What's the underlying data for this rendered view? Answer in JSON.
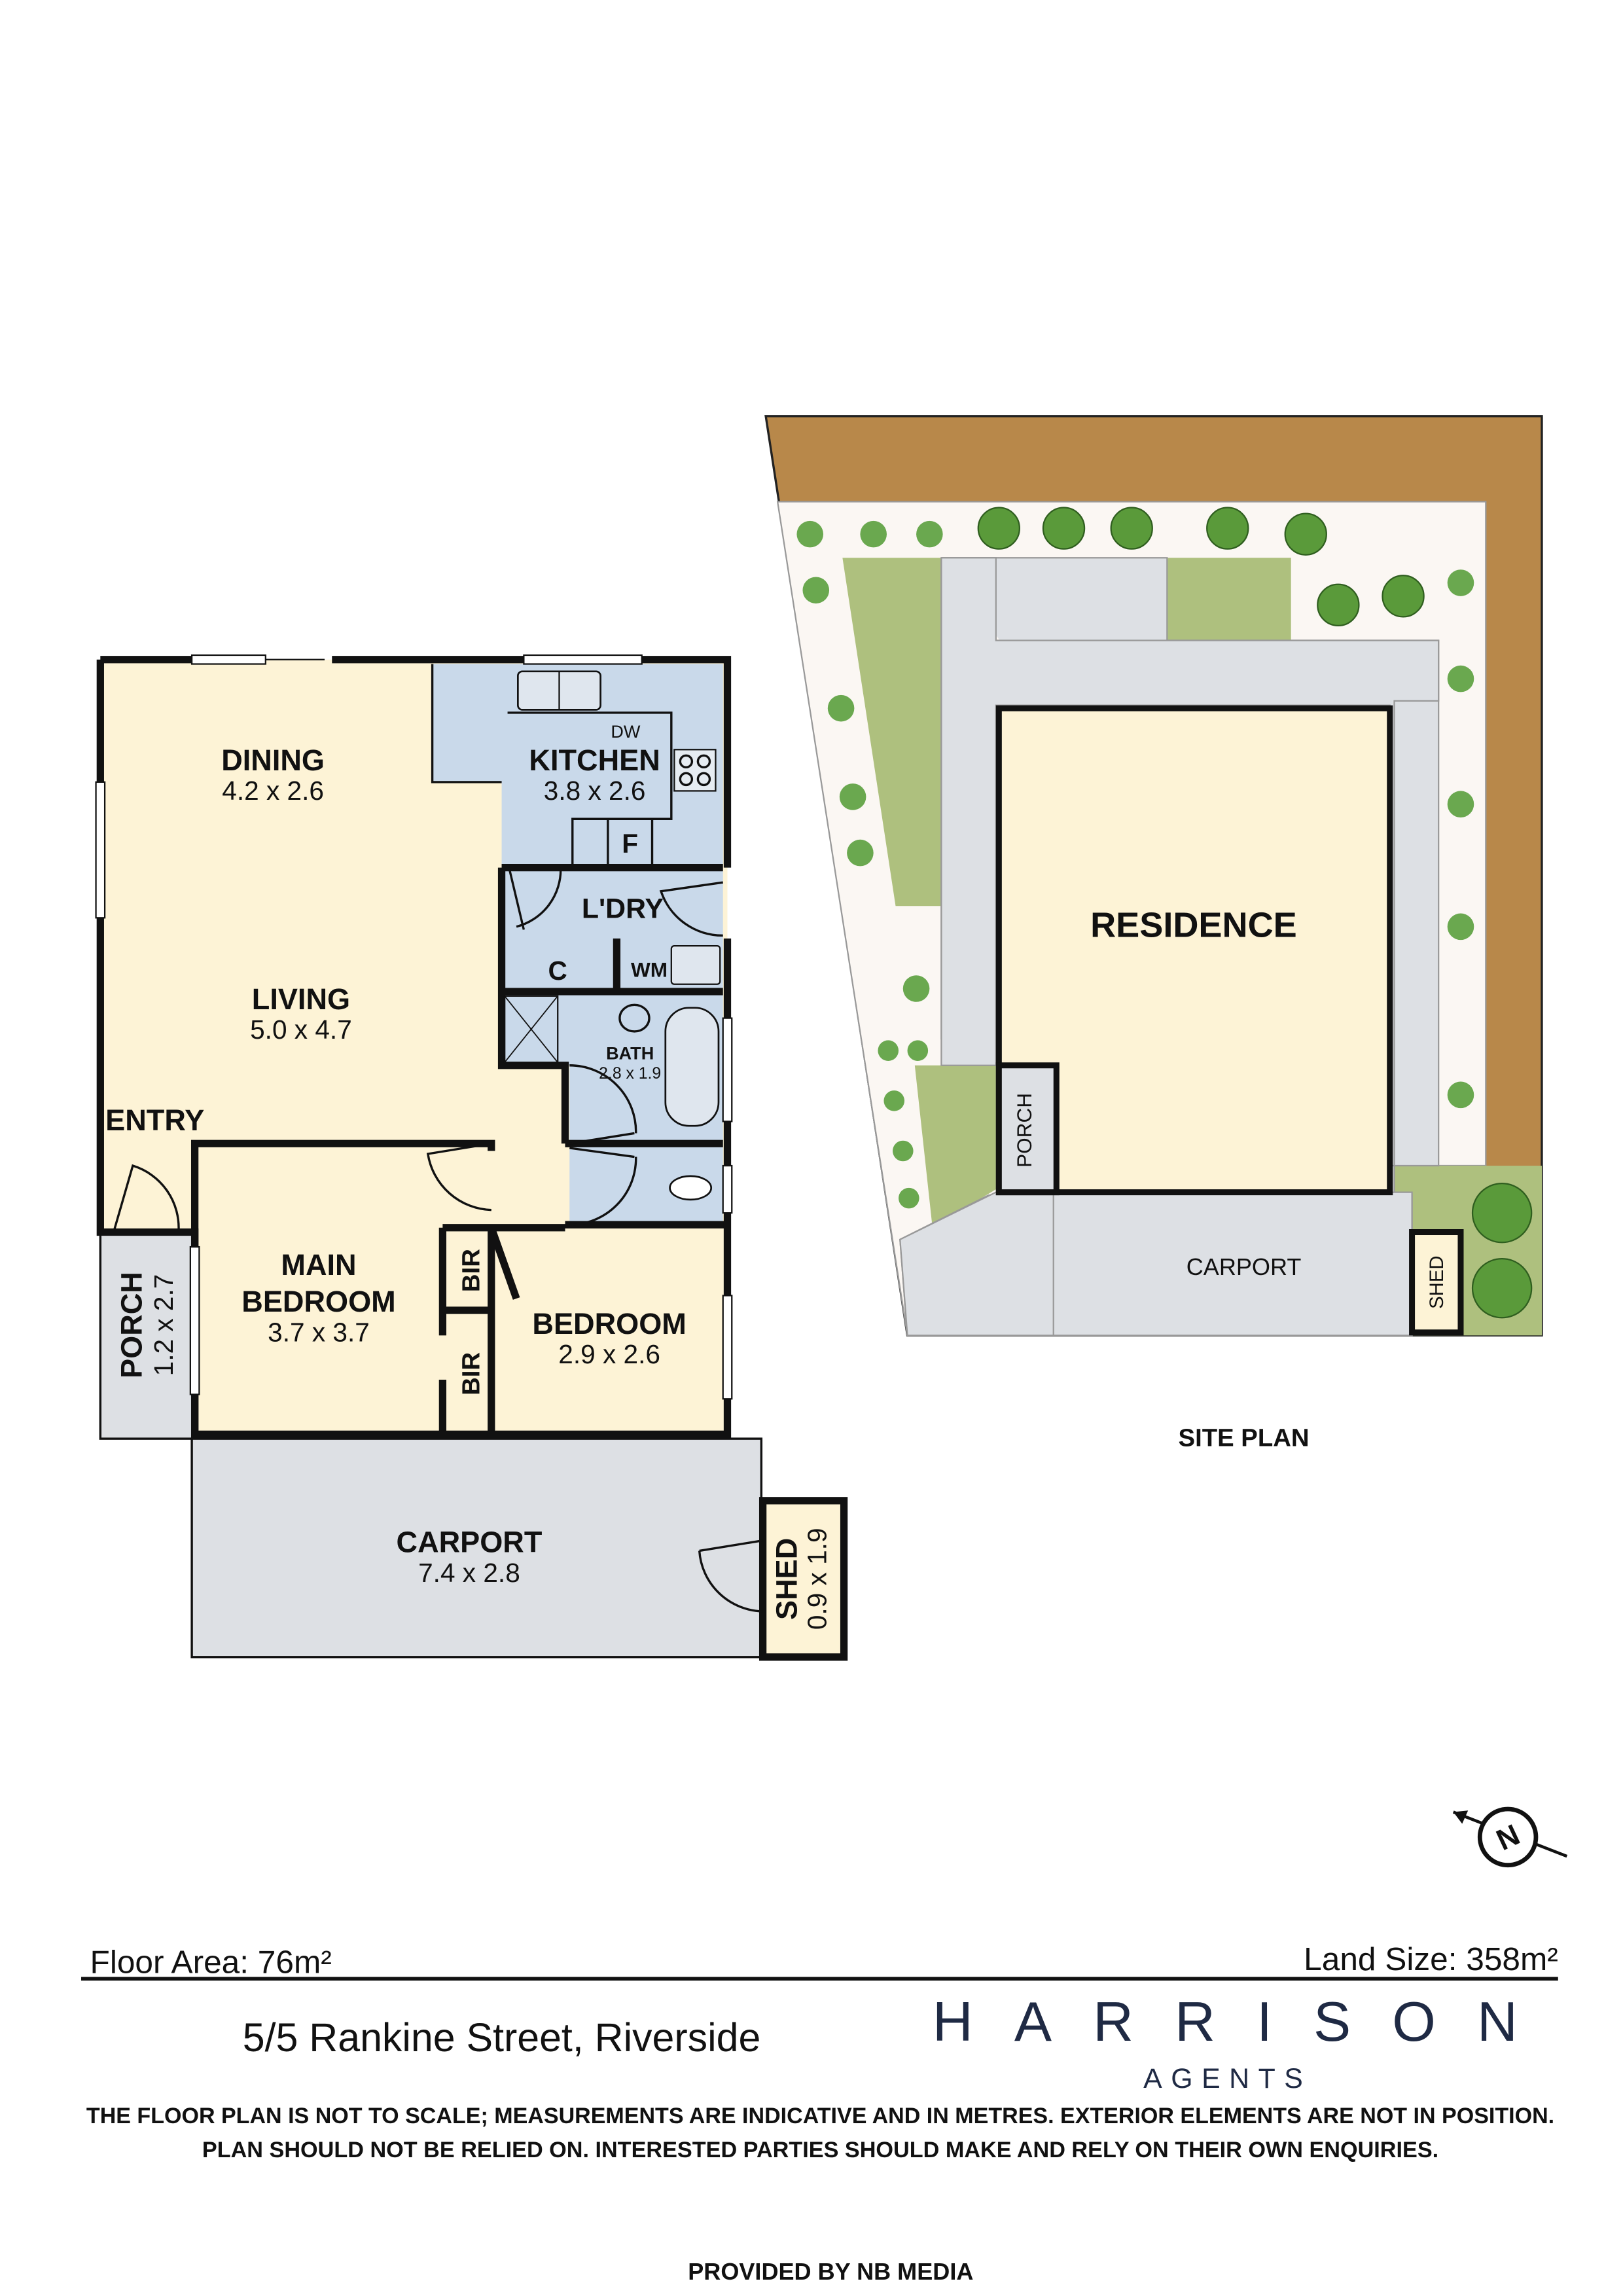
{
  "colors": {
    "living": "#fdf3d6",
    "wet": "#c9d9ea",
    "outdoor": "#dde0e4",
    "brand": "#1f2a44",
    "boundary": "#b8884a",
    "lawn": "#aec07e",
    "garden": "#fbf7f3"
  },
  "floor_plan": {
    "rooms": {
      "dining": {
        "name": "DINING",
        "dim": "4.2 x 2.6"
      },
      "kitchen": {
        "name": "KITCHEN",
        "dim": "3.8 x 2.6"
      },
      "living": {
        "name": "LIVING",
        "dim": "5.0 x 4.7"
      },
      "entry": {
        "name": "ENTRY"
      },
      "laundry": {
        "name": "L'DRY"
      },
      "cupboard": {
        "name": "C"
      },
      "washing_machine": {
        "name": "WM"
      },
      "fridge": {
        "name": "F"
      },
      "dishwasher": {
        "name": "DW"
      },
      "bath": {
        "name": "BATH",
        "dim": "2.8 x 1.9"
      },
      "main_bedroom": {
        "name1": "MAIN",
        "name2": "BEDROOM",
        "dim": "3.7 x 3.7"
      },
      "bir1": {
        "name": "BIR"
      },
      "bir2": {
        "name": "BIR"
      },
      "bedroom": {
        "name": "BEDROOM",
        "dim": "2.9 x 2.6"
      },
      "porch": {
        "name": "PORCH",
        "dim": "1.2 x 2.7"
      },
      "carport": {
        "name": "CARPORT",
        "dim": "7.4 x 2.8"
      },
      "shed": {
        "name": "SHED",
        "dim": "0.9 x 1.9"
      }
    }
  },
  "site_plan": {
    "title": "SITE PLAN",
    "residence": "RESIDENCE",
    "porch": "PORCH",
    "carport": "CARPORT",
    "shed": "SHED"
  },
  "compass": {
    "label": "N",
    "icon": "north-arrow-icon"
  },
  "footer": {
    "floor_area": "Floor Area: 76m²",
    "land_size": "Land Size: 358m²",
    "address": "5/5 Rankine Street, Riverside",
    "brand_name": "HARRISON",
    "brand_sub": "AGENTS",
    "disclaimer_1": "THE FLOOR PLAN IS NOT TO SCALE; MEASUREMENTS ARE INDICATIVE AND IN METRES. EXTERIOR ELEMENTS ARE NOT IN POSITION.",
    "disclaimer_2": "PLAN SHOULD NOT BE RELIED ON. INTERESTED PARTIES SHOULD MAKE AND RELY ON THEIR OWN ENQUIRIES.",
    "provided_by": "PROVIDED BY NB MEDIA"
  }
}
